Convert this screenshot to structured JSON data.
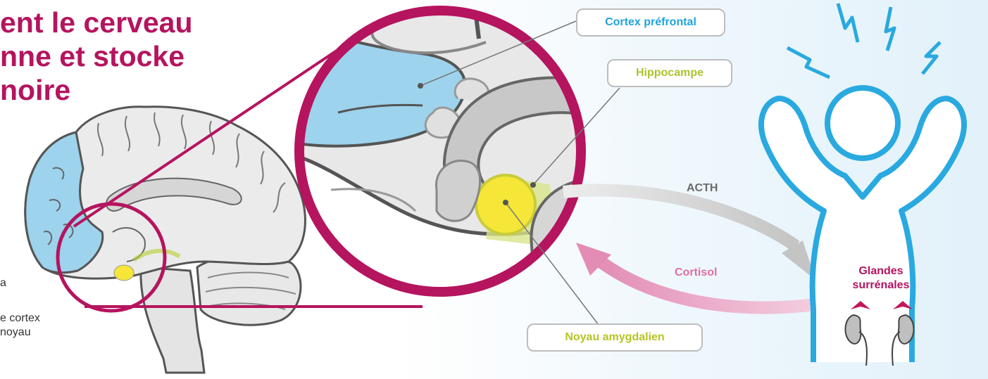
{
  "title_lines": [
    "ent le cerveau",
    "nne et stocke",
    "noire"
  ],
  "side_text": [
    "a",
    "e cortex",
    "noyau"
  ],
  "labels": {
    "cortex": "Cortex préfrontal",
    "hippocampe": "Hippocampe",
    "amygdale": "Noyau amygdalien",
    "acth": "ACTH",
    "cortisol": "Cortisol",
    "glandes_line1": "Glandes",
    "glandes_line2": "surrénales"
  },
  "colors": {
    "magenta": "#b5145f",
    "cortex_blue": "#9dd3ec",
    "hippocampe_green": "#b5cf2e",
    "amygdala_yellow": "#f5e637",
    "figure_blue": "#29a9e0",
    "acth_grey": "#c8c8c8",
    "cortisol_pink": "#e38db5",
    "adrenal_pink": "#c2185b"
  },
  "icons": [
    "brain-illustration",
    "zoom-circle",
    "stress-lightning-icon",
    "kidney-icon",
    "curved-arrow"
  ]
}
